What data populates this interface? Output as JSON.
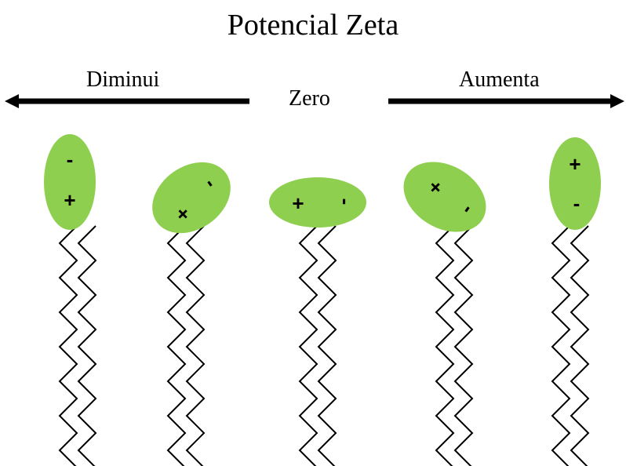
{
  "title": "Potencial Zeta",
  "labels": {
    "decrease": "Diminui",
    "zero": "Zero",
    "increase": "Aumenta"
  },
  "colors": {
    "head_fill": "#8fcf4f",
    "line": "#000000"
  },
  "molecules": [
    {
      "id": "m1",
      "charges": [
        "-",
        "+"
      ]
    },
    {
      "id": "m2",
      "charges": [
        "-",
        "+"
      ]
    },
    {
      "id": "m3",
      "charges": [
        "+",
        "-"
      ]
    },
    {
      "id": "m4",
      "charges": [
        "+",
        "-"
      ]
    },
    {
      "id": "m5",
      "charges": [
        "+",
        "-"
      ]
    }
  ]
}
